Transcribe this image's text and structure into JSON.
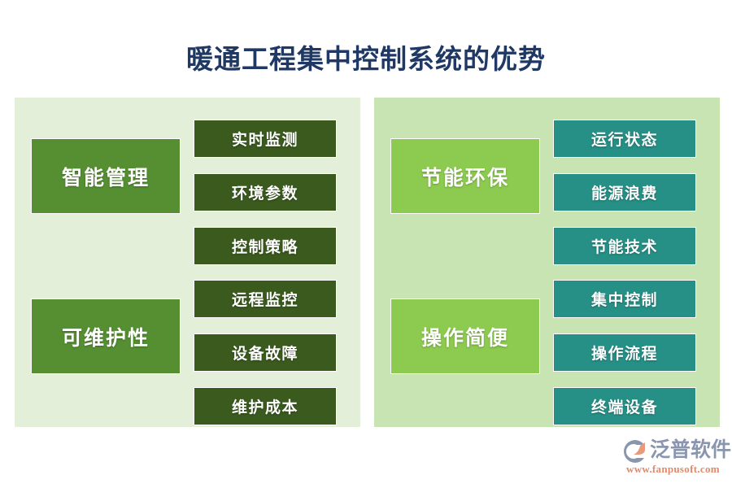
{
  "page": {
    "title": "暖通工程集中控制系统的优势",
    "title_color": "#1F3864",
    "background": "#FFFFFF"
  },
  "panels": [
    {
      "id": "left",
      "background": "#E3EFD9",
      "groups": [
        {
          "category": "智能管理",
          "category_color": "#558F32",
          "item_color": "#3A5A1E",
          "items": [
            "实时监测",
            "环境参数",
            "控制策略"
          ]
        },
        {
          "category": "可维护性",
          "category_color": "#558F32",
          "item_color": "#3A5A1E",
          "items": [
            "远程监控",
            "设备故障",
            "维护成本"
          ]
        }
      ]
    },
    {
      "id": "right",
      "background": "#C8E4B2",
      "groups": [
        {
          "category": "节能环保",
          "category_color": "#8DCB50",
          "item_color": "#269086",
          "items": [
            "运行状态",
            "能源浪费",
            "节能技术"
          ]
        },
        {
          "category": "操作简便",
          "category_color": "#8DCB50",
          "item_color": "#269086",
          "items": [
            "集中控制",
            "操作流程",
            "终端设备"
          ]
        }
      ]
    }
  ],
  "logo": {
    "name": "泛普软件",
    "url": "www.fanpusoft.com",
    "mark_icon": "fanpu-swoosh-logo-icon",
    "name_color": "#8A95AE",
    "url_color": "#E08A6A"
  }
}
